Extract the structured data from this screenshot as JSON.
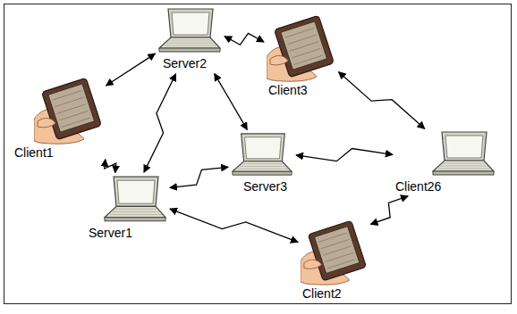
{
  "diagram": {
    "nodes": [
      {
        "text": [
          "Server2"
        ]
      },
      {
        "text": [
          "Client3"
        ]
      },
      {
        "text": [
          "Client1"
        ]
      },
      {
        "text": [
          "Server3"
        ]
      },
      {
        "text": [
          "Client26"
        ]
      },
      {
        "text": [
          "Server1"
        ]
      },
      {
        "text": [
          "Client2"
        ]
      }
    ],
    "edges": [
      {
        "from": 2,
        "to": 0,
        "arrow": "both"
      },
      {
        "from": 0,
        "to": 1,
        "arrow": "both"
      },
      {
        "from": 0,
        "to": 3,
        "arrow": "both"
      },
      {
        "from": 2,
        "to": 5,
        "arrow": "both"
      },
      {
        "from": 5,
        "to": 0,
        "arrow": "both"
      },
      {
        "from": 5,
        "to": 3,
        "arrow": "both"
      },
      {
        "from": 1,
        "to": 4,
        "arrow": "both"
      },
      {
        "from": 3,
        "to": 4,
        "arrow": "both"
      },
      {
        "from": 5,
        "to": 6,
        "arrow": "both"
      },
      {
        "from": 6,
        "to": 4,
        "arrow": "both"
      }
    ]
  }
}
